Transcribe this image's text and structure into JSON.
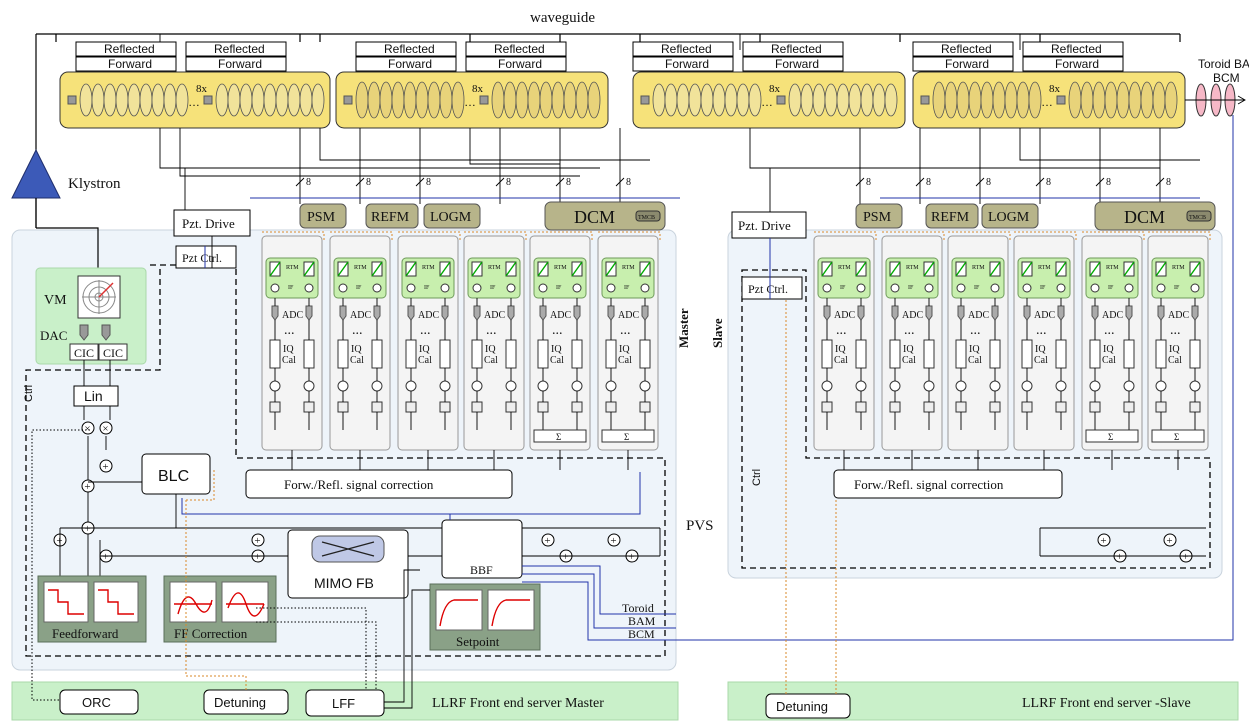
{
  "header": {
    "waveguide_label": "waveguide"
  },
  "cryomodules": {
    "reflected_label": "Reflected",
    "forward_label": "Forward",
    "multiplier_label": "8x",
    "signal_count": "8"
  },
  "beam_instruments": {
    "toroid_bam": "Toroid BAM",
    "bcm": "BCM"
  },
  "master": {
    "klystron": "Klystron",
    "pzt_drive": "Pzt. Drive",
    "pzt_ctrl": "Pzt Ctrl.",
    "modules": {
      "psm": "PSM",
      "refm": "REFM",
      "logm": "LOGM",
      "dcm": "DCM",
      "tmcb": "TMCB"
    },
    "vm": "VM",
    "dac": "DAC",
    "cic": "CIC",
    "lin": "Lin",
    "ctrl": "Ctrl",
    "region_label": "Master",
    "blc": "BLC",
    "forw_refl": "Forw./Refl. signal correction",
    "mimo": "MIMO FB",
    "bbf": "BBF",
    "pvs": "PVS",
    "feedforward": "Feedforward",
    "ff_correction": "FF Correction",
    "setpoint": "Setpoint",
    "toroid": "Toroid",
    "bam": "BAM",
    "bcm": "BCM",
    "channel": {
      "rtm": "RTM",
      "if": "IF",
      "adc": "ADC",
      "iq": "IQ",
      "cal": "Cal",
      "sum": "Σ",
      "dots": "..."
    }
  },
  "slave": {
    "pzt_drive": "Pzt. Drive",
    "pzt_ctrl": "Pzt Ctrl.",
    "region_label": "Slave",
    "ctrl": "Ctrl",
    "forw_refl": "Forw./Refl. signal correction",
    "modules": {
      "psm": "PSM",
      "refm": "REFM",
      "logm": "LOGM",
      "dcm": "DCM",
      "tmcb": "TMCB"
    }
  },
  "servers": {
    "master_title": "LLRF Front end server  Master",
    "slave_title": "LLRF Front end server -Slave",
    "orc": "ORC",
    "detuning": "Detuning",
    "lff": "LFF",
    "slave_detuning": "Detuning"
  }
}
